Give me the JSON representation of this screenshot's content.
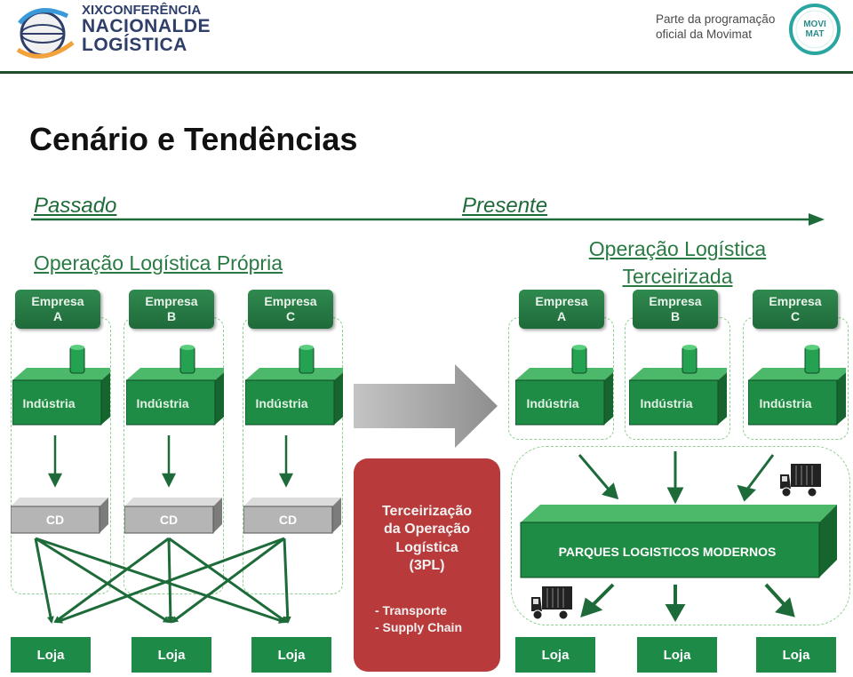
{
  "header": {
    "conference_line1": "XIXCONFERÊNCIA",
    "conference_line2": "NACIONALDE",
    "conference_line3": "LOGÍSTICA",
    "movimat_line1": "Parte da programação",
    "movimat_line2": "oficial da Movimat",
    "movimat_logo": "MOVI MAT"
  },
  "title": "Cenário e Tendências",
  "timeline": {
    "past_label": "Passado",
    "present_label": "Presente"
  },
  "left": {
    "heading": "Operação Logística Própria",
    "companies": [
      "Empresa\nA",
      "Empresa\nB",
      "Empresa\nC"
    ],
    "industry_label": "Indústria",
    "cd_label": "CD",
    "store_label": "Loja"
  },
  "middle": {
    "box_title": "Terceirização da Operação Logística (3PL)",
    "items": [
      "-  Transporte",
      "-  Supply Chain"
    ]
  },
  "right": {
    "heading_line1": "Operação Logística",
    "heading_line2": "Terceirizada",
    "companies": [
      "Empresa\nA",
      "Empresa\nB",
      "Empresa\nC"
    ],
    "industry_label": "Indústria",
    "park_label": "PARQUES LOGISTICOS MODERNOS",
    "store_label": "Loja"
  },
  "colors": {
    "green_dark": "#1e6b3a",
    "green_box": "#1e8a48",
    "red_box": "#b83a3a",
    "gray_cd": "#b5b5b5"
  }
}
